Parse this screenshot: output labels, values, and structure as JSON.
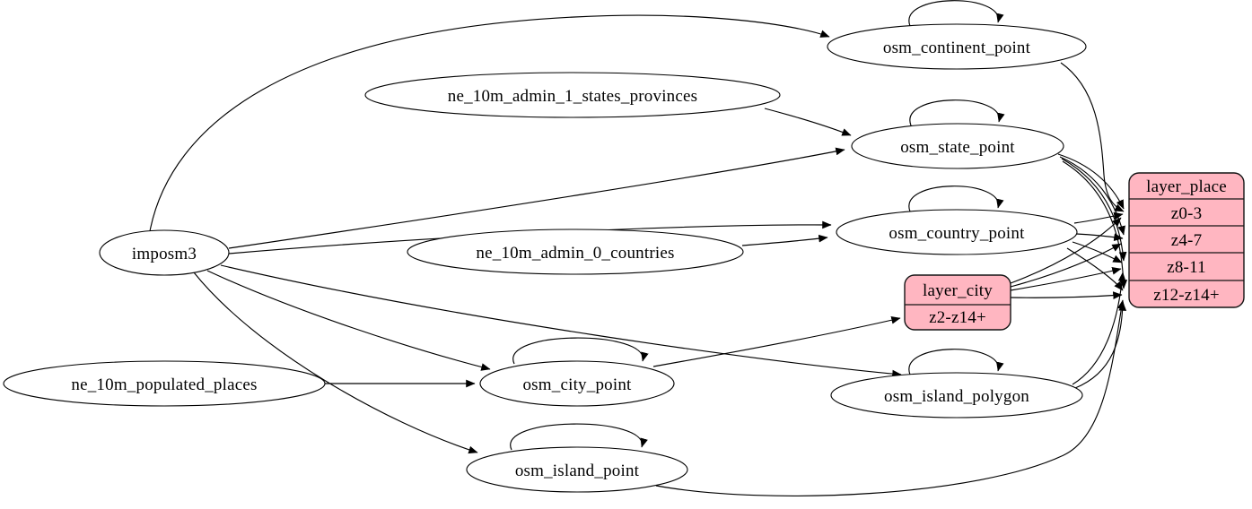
{
  "diagram": {
    "kind": "etl-graph",
    "colors": {
      "background": "#ffffff",
      "node_fill": "#ffffff",
      "record_fill": "#ffb6c1",
      "stroke": "#000000",
      "text": "#000000"
    }
  },
  "nodes": {
    "imposm3": {
      "label": "imposm3"
    },
    "ne_10m_admin_1_states_provinces": {
      "label": "ne_10m_admin_1_states_provinces"
    },
    "ne_10m_admin_0_countries": {
      "label": "ne_10m_admin_0_countries"
    },
    "ne_10m_populated_places": {
      "label": "ne_10m_populated_places"
    },
    "osm_continent_point": {
      "label": "osm_continent_point"
    },
    "osm_state_point": {
      "label": "osm_state_point"
    },
    "osm_country_point": {
      "label": "osm_country_point"
    },
    "osm_city_point": {
      "label": "osm_city_point"
    },
    "osm_island_polygon": {
      "label": "osm_island_polygon"
    },
    "osm_island_point": {
      "label": "osm_island_point"
    },
    "layer_city": {
      "title": "layer_city",
      "rows": [
        "z2-z14+"
      ]
    },
    "layer_place": {
      "title": "layer_place",
      "rows": [
        "z0-3",
        "z4-7",
        "z8-11",
        "z12-z14+"
      ]
    }
  },
  "edges": [
    {
      "from": "imposm3",
      "to": "osm_continent_point"
    },
    {
      "from": "imposm3",
      "to": "osm_state_point"
    },
    {
      "from": "imposm3",
      "to": "osm_country_point"
    },
    {
      "from": "imposm3",
      "to": "osm_city_point"
    },
    {
      "from": "imposm3",
      "to": "osm_island_polygon"
    },
    {
      "from": "imposm3",
      "to": "osm_island_point"
    },
    {
      "from": "ne_10m_admin_1_states_provinces",
      "to": "osm_state_point"
    },
    {
      "from": "ne_10m_admin_0_countries",
      "to": "osm_country_point"
    },
    {
      "from": "ne_10m_populated_places",
      "to": "osm_city_point"
    },
    {
      "from": "osm_continent_point",
      "to": "osm_continent_point"
    },
    {
      "from": "osm_state_point",
      "to": "osm_state_point"
    },
    {
      "from": "osm_country_point",
      "to": "osm_country_point"
    },
    {
      "from": "osm_city_point",
      "to": "osm_city_point"
    },
    {
      "from": "osm_island_polygon",
      "to": "osm_island_polygon"
    },
    {
      "from": "osm_island_point",
      "to": "osm_island_point"
    },
    {
      "from": "osm_continent_point",
      "to": "layer_place.z0-3"
    },
    {
      "from": "osm_state_point",
      "to": "layer_place.z0-3"
    },
    {
      "from": "osm_state_point",
      "to": "layer_place.z4-7"
    },
    {
      "from": "osm_state_point",
      "to": "layer_place.z8-11"
    },
    {
      "from": "osm_state_point",
      "to": "layer_place.z12-z14+"
    },
    {
      "from": "osm_country_point",
      "to": "layer_place.z0-3"
    },
    {
      "from": "osm_country_point",
      "to": "layer_place.z4-7"
    },
    {
      "from": "osm_country_point",
      "to": "layer_place.z8-11"
    },
    {
      "from": "osm_country_point",
      "to": "layer_place.z12-z14+"
    },
    {
      "from": "osm_city_point",
      "to": "layer_city.z2-z14+"
    },
    {
      "from": "layer_city",
      "to": "layer_place.z0-3"
    },
    {
      "from": "layer_city",
      "to": "layer_place.z4-7"
    },
    {
      "from": "layer_city",
      "to": "layer_place.z8-11"
    },
    {
      "from": "layer_city",
      "to": "layer_place.z12-z14+"
    },
    {
      "from": "osm_island_polygon",
      "to": "layer_place.z8-11"
    },
    {
      "from": "osm_island_polygon",
      "to": "layer_place.z12-z14+"
    },
    {
      "from": "osm_island_point",
      "to": "layer_place.z12-z14+"
    }
  ]
}
